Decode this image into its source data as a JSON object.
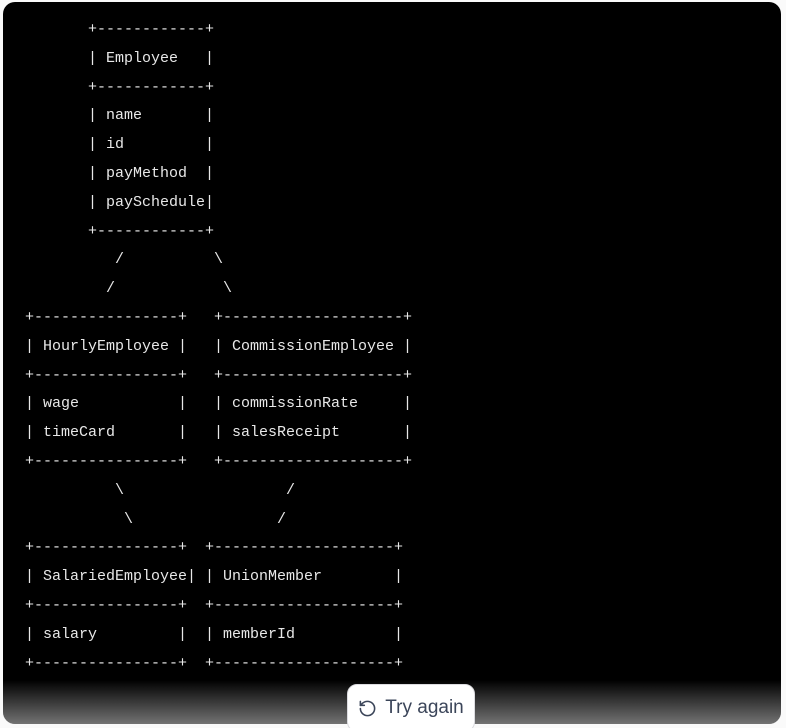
{
  "page": {
    "background_color": "#fafafa"
  },
  "terminal": {
    "background_color": "#000000",
    "text_color": "#e8e8e8",
    "ascii_lines": [
      "       +------------+",
      "       | Employee   |",
      "       +------------+",
      "       | name       |",
      "       | id         |",
      "       | payMethod  |",
      "       | paySchedule|",
      "       +------------+",
      "          /          \\",
      "         /            \\",
      "+----------------+   +--------------------+",
      "| HourlyEmployee |   | CommissionEmployee |",
      "+----------------+   +--------------------+",
      "| wage           |   | commissionRate     |",
      "| timeCard       |   | salesReceipt       |",
      "+----------------+   +--------------------+",
      "          \\                  /",
      "           \\                /",
      "+----------------+  +--------------------+",
      "| SalariedEmployee| | UnionMember        |",
      "+----------------+  +--------------------+",
      "| salary         |  | memberId           |",
      "+----------------+  +--------------------+"
    ],
    "diagram": {
      "classes": [
        {
          "name": "Employee",
          "attributes": [
            "name",
            "id",
            "payMethod",
            "paySchedule"
          ]
        },
        {
          "name": "HourlyEmployee",
          "attributes": [
            "wage",
            "timeCard"
          ]
        },
        {
          "name": "CommissionEmployee",
          "attributes": [
            "commissionRate",
            "salesReceipt"
          ]
        },
        {
          "name": "SalariedEmployee",
          "attributes": [
            "salary"
          ]
        },
        {
          "name": "UnionMember",
          "attributes": [
            "memberId"
          ]
        }
      ],
      "connections": [
        {
          "from": "Employee",
          "to": "HourlyEmployee"
        },
        {
          "from": "Employee",
          "to": "CommissionEmployee"
        },
        {
          "from": "HourlyEmployee",
          "to": "SalariedEmployee"
        },
        {
          "from": "CommissionEmployee",
          "to": "UnionMember"
        }
      ]
    }
  },
  "footer": {
    "try_again": {
      "label": "Try again",
      "icon": "refresh-icon",
      "text_color": "#3b4559",
      "background_color": "#ffffff",
      "border_color": "#dcdce0"
    }
  }
}
